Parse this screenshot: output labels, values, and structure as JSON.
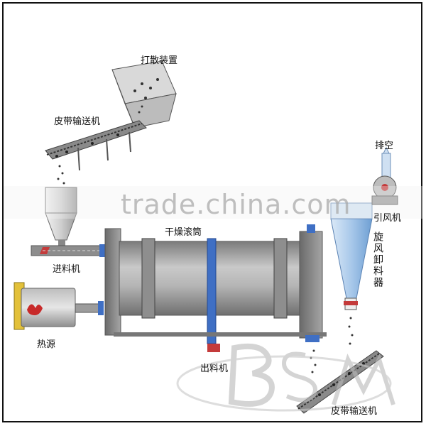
{
  "labels": {
    "disperser": "打散装置",
    "belt_conveyor_top": "皮带输送机",
    "exhaust": "排空",
    "fan": "引风机",
    "feeder": "进料机",
    "drum": "干燥滚筒",
    "cyclone": "旋风卸料器",
    "heat_source": "热源",
    "discharger": "出料机",
    "belt_conveyor_bottom": "皮带输送机"
  },
  "watermark": "trade.china.com",
  "logo": "BSM",
  "colors": {
    "machine_gray": "#9a9a9a",
    "accent_blue": "#3f6fc4",
    "cyclone_blue": "#a8c8ea"
  }
}
